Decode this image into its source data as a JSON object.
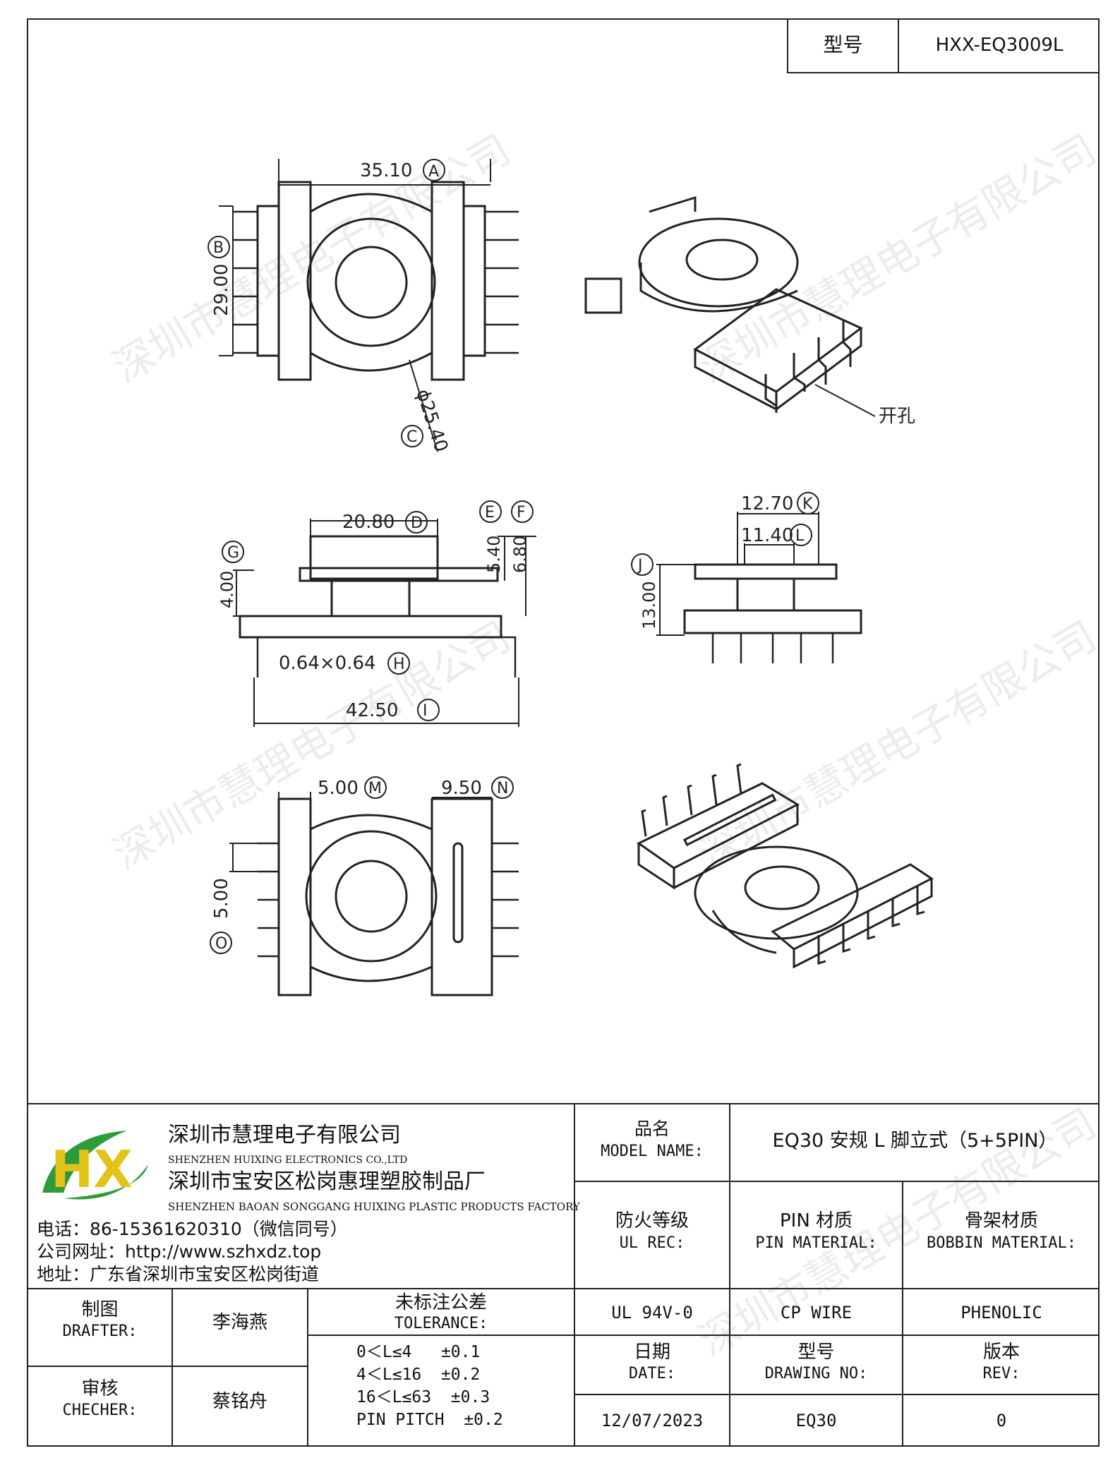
{
  "header": {
    "model_label": "型号",
    "model_value": "HXX-EQ3009L"
  },
  "drawing": {
    "dimensions": {
      "a": "35.10",
      "a_tag": "A",
      "b": "29.00",
      "b_tag": "B",
      "c": "ϕ25.40",
      "c_tag": "C",
      "d": "20.80",
      "d_tag": "D",
      "e": "5.40",
      "e_tag": "E",
      "f": "6.80",
      "f_tag": "F",
      "g": "4.00",
      "g_tag": "G",
      "h": "0.64×0.64",
      "h_tag": "H",
      "i": "42.50",
      "i_tag": "I",
      "j": "13.00",
      "j_tag": "J",
      "k": "12.70",
      "k_tag": "K",
      "l": "11.40",
      "l_tag": "L",
      "m": "5.00",
      "m_tag": "M",
      "n": "9.50",
      "n_tag": "N",
      "o": "5.00",
      "o_tag": "O"
    },
    "callout_hole": "开孔",
    "watermark": "深圳市慧理电子有限公司"
  },
  "company": {
    "logo_text": "HX",
    "name_cn": "深圳市慧理电子有限公司",
    "name_en": "SHENZHEN HUIXING ELECTRONICS CO.,LTD",
    "factory_cn": "深圳市宝安区松岗惠理塑胶制品厂",
    "factory_en": "SHENZHEN BAOAN SONGGANG HUIXING PLASTIC PRODUCTS FACTORY",
    "phone": "电话：86-15361620310（微信同号）",
    "website": "公司网址：http://www.szhxdz.top",
    "address": "地址：广东省深圳市宝安区松岗街道"
  },
  "title_block": {
    "model_name_cn": "品名",
    "model_name_en": "MODEL NAME:",
    "model_name_value": "EQ30 安规 L 脚立式（5+5PIN）",
    "fire_cn": "防火等级",
    "fire_en": "UL REC:",
    "pin_material_cn": "PIN 材质",
    "pin_material_en": "PIN MATERIAL:",
    "bobbin_material_cn": "骨架材质",
    "bobbin_material_en": "BOBBIN MATERIAL:",
    "fire_value": "UL 94V-0",
    "pin_material_value": "CP WIRE",
    "bobbin_material_value": "PHENOLIC",
    "drafter_cn": "制图",
    "drafter_en": "DRAFTER:",
    "drafter_name": "李海燕",
    "checker_cn": "审核",
    "checker_en": "CHECHER:",
    "checker_name": "蔡铭舟",
    "tolerance_cn": "未标注公差",
    "tolerance_en": "TOLERANCE:",
    "tolerance_lines": [
      "0＜L≤4   ±0.1",
      "4＜L≤16  ±0.2",
      "16＜L≤63  ±0.3",
      "PIN PITCH  ±0.2"
    ],
    "date_cn": "日期",
    "date_en": "DATE:",
    "date_value": "12/07/2023",
    "drawing_no_cn": "型号",
    "drawing_no_en": "DRAWING NO:",
    "drawing_no_value": "EQ30",
    "rev_cn": "版本",
    "rev_en": "REV:",
    "rev_value": "0"
  },
  "colors": {
    "logo_green": "#2e9a3a",
    "logo_yellow": "#e2c31a",
    "line": "#222222"
  }
}
